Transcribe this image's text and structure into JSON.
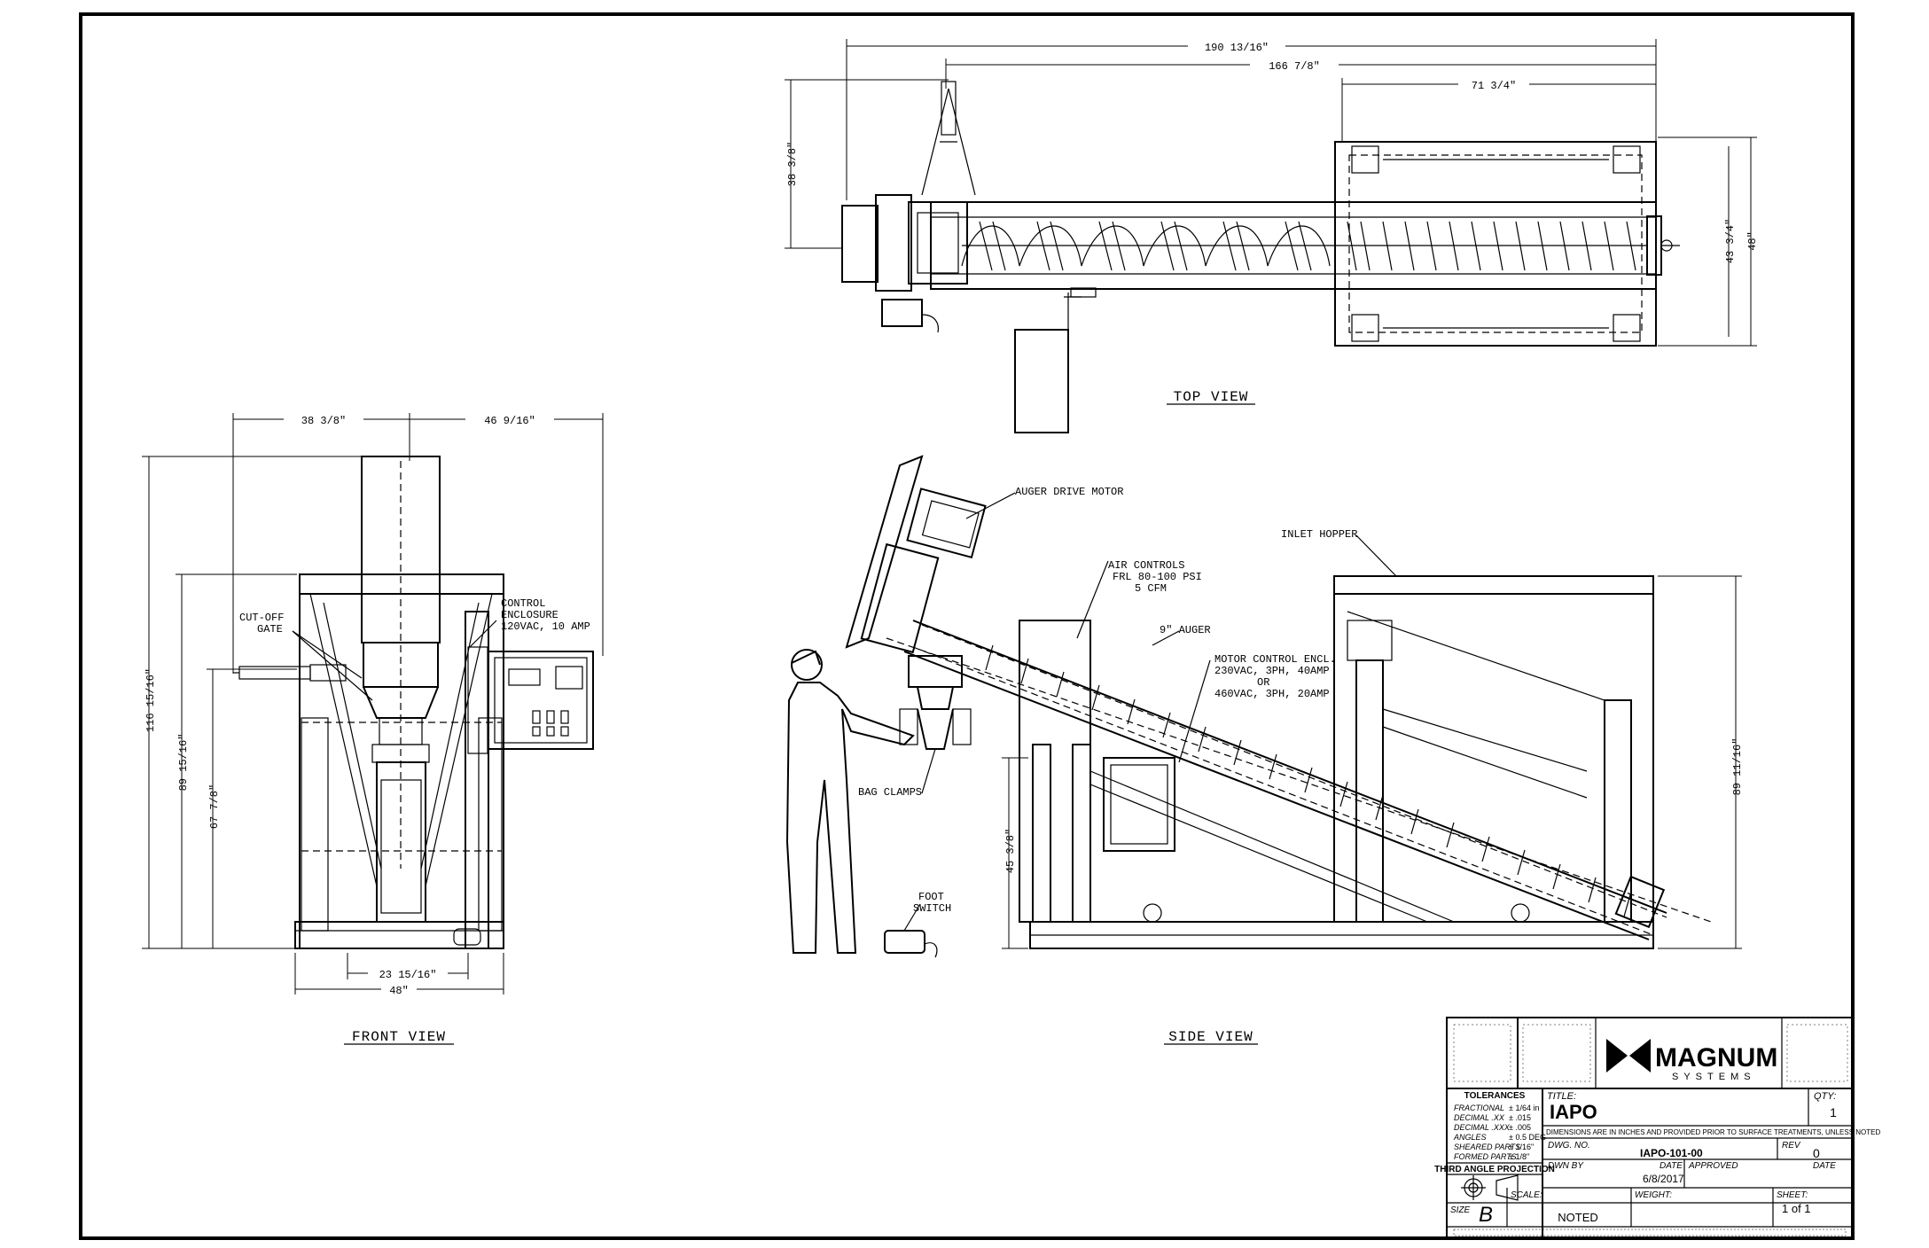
{
  "views": {
    "top": "TOP VIEW",
    "front": "FRONT VIEW",
    "side": "SIDE VIEW"
  },
  "dimensions": {
    "top_overall": "190 13/16\"",
    "top_auger": "166 7/8\"",
    "top_hopper": "71 3/4\"",
    "top_height_left": "38 3/8\"",
    "top_width_inner": "43 3/4\"",
    "top_width_outer": "48\"",
    "front_left": "38 3/8\"",
    "front_right": "46 9/16\"",
    "front_h1": "116 15/16\"",
    "front_h2": "89 15/16\"",
    "front_h3": "67 7/8\"",
    "front_base_inner": "23 15/16\"",
    "front_base_outer": "48\"",
    "side_frame_height": "45 3/8\"",
    "side_hopper_height": "89 11/16\""
  },
  "labels": {
    "cutoff_gate": [
      "CUT-OFF",
      "GATE"
    ],
    "control_enclosure": [
      "CONTROL",
      "ENCLOSURE",
      "120VAC, 10 AMP"
    ],
    "auger_drive_motor": "AUGER DRIVE MOTOR",
    "air_controls": [
      "AIR CONTROLS",
      "FRL 80-100 PSI",
      "5 CFM"
    ],
    "auger": "9\" AUGER",
    "motor_control": [
      "MOTOR CONTROL ENCL.",
      "230VAC, 3PH, 40AMP",
      "OR",
      "460VAC, 3PH, 20AMP"
    ],
    "inlet_hopper": "INLET HOPPER",
    "bag_clamps": "BAG CLAMPS",
    "foot_switch": [
      "FOOT",
      "SWITCH"
    ]
  },
  "title_block": {
    "company": "MAGNUM",
    "company_sub": "SYSTEMS",
    "tolerances_header": "TOLERANCES",
    "tolerances": [
      {
        "name": "FRACTIONAL",
        "value": "± 1/64 in"
      },
      {
        "name": "DECIMAL .XX",
        "value": "± .015"
      },
      {
        "name": "DECIMAL .XXX",
        "value": "± .005"
      },
      {
        "name": "ANGLES",
        "value": "± 0.5 DEG"
      },
      {
        "name": "SHEARED PARTS",
        "value": "± 1/16\""
      },
      {
        "name": "FORMED PARTS",
        "value": "± 1/8\""
      }
    ],
    "projection": "THIRD ANGLE PROJECTION",
    "title_label": "TITLE:",
    "title": "IAPO",
    "qty_label": "QTY:",
    "qty": "1",
    "dimensions_note": "DIMENSIONS ARE IN INCHES AND PROVIDED PRIOR TO SURFACE TREATMENTS, UNLESS NOTED",
    "dwg_label": "DWG. NO.",
    "dwg_no": "IAPO-101-00",
    "rev_label": "REV",
    "rev": "0",
    "drawn_by_label": "DWN BY",
    "date_label": "DATE",
    "date": "6/8/2017",
    "approved_label": "APPROVED",
    "date2_label": "DATE",
    "size_label": "SIZE",
    "size": "B",
    "scale_label": "SCALE:",
    "scale": "NOTED",
    "weight_label": "WEIGHT:",
    "sheet_label": "SHEET:",
    "sheet": "1 of 1"
  }
}
